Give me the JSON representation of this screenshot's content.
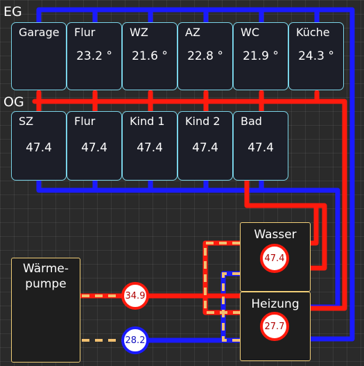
{
  "floors": {
    "eg_label": "EG",
    "og_label": "OG"
  },
  "eg_rooms": [
    {
      "name": "Garage",
      "value": ""
    },
    {
      "name": "Flur",
      "value": "23.2 °"
    },
    {
      "name": "WZ",
      "value": "21.6 °"
    },
    {
      "name": "AZ",
      "value": "22.8 °"
    },
    {
      "name": "WC",
      "value": "21.9 °"
    },
    {
      "name": "Küche",
      "value": "24.3 °"
    }
  ],
  "og_rooms": [
    {
      "name": "SZ",
      "value": "47.4"
    },
    {
      "name": "Flur",
      "value": "47.4"
    },
    {
      "name": "Kind 1",
      "value": "47.4"
    },
    {
      "name": "Kind 2",
      "value": "47.4"
    },
    {
      "name": "Bad",
      "value": "47.4"
    }
  ],
  "heatpump": {
    "title": "Wärme-\npumpe"
  },
  "tanks": {
    "water": {
      "title": "Wasser",
      "value": "47.4"
    },
    "heating": {
      "title": "Heizung",
      "value": "27.7"
    }
  },
  "sensors": {
    "supply_value": "34.9",
    "return_value": "28.2"
  },
  "colors": {
    "supply": "#ff1a0d",
    "return": "#1a1aff",
    "dash": "#f2c070",
    "tile_border": "#7ad4e8",
    "box_border": "#f2cf78"
  }
}
